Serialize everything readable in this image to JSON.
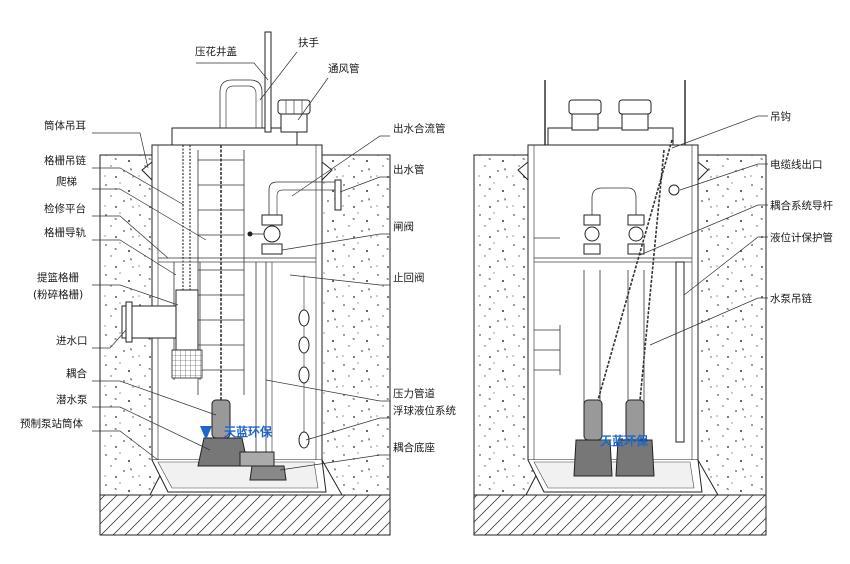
{
  "labels_left": [
    {
      "id": "cover",
      "text": "压花井盖"
    },
    {
      "id": "handrail",
      "text": "扶手"
    },
    {
      "id": "vent",
      "text": "通风管"
    },
    {
      "id": "lifting-lug",
      "text": "筒体吊耳"
    },
    {
      "id": "grille-chain",
      "text": "格栅吊链"
    },
    {
      "id": "ladder",
      "text": "爬梯"
    },
    {
      "id": "platform",
      "text": "检修平台"
    },
    {
      "id": "grille-rail",
      "text": "格栅导轨"
    },
    {
      "id": "basket-grille",
      "text": "提篮格栅"
    },
    {
      "id": "crush-grille",
      "text": "(粉碎格栅)"
    },
    {
      "id": "inlet",
      "text": "进水口"
    },
    {
      "id": "coupling",
      "text": "耦合"
    },
    {
      "id": "pump",
      "text": "潜水泵"
    },
    {
      "id": "shell",
      "text": "预制泵站筒体"
    }
  ],
  "labels_mid": [
    {
      "id": "outlet-merge",
      "text": "出水合流管"
    },
    {
      "id": "outlet",
      "text": "出水管"
    },
    {
      "id": "gate-valve",
      "text": "闸阀"
    },
    {
      "id": "check-valve",
      "text": "止回阀"
    },
    {
      "id": "pressure-pipe",
      "text": "压力管道"
    },
    {
      "id": "float",
      "text": "浮球液位系统"
    },
    {
      "id": "coupling-base",
      "text": "耦合底座"
    }
  ],
  "labels_right": [
    {
      "id": "hook",
      "text": "吊钩"
    },
    {
      "id": "cable-outlet",
      "text": "电缆线出口"
    },
    {
      "id": "guide-rod",
      "text": "耦合系统导杆"
    },
    {
      "id": "level-pipe",
      "text": "液位计保护管"
    },
    {
      "id": "pump-chain",
      "text": "水泵吊链"
    }
  ],
  "logo": {
    "text": "天蓝环保",
    "color": "#1e66c8"
  }
}
